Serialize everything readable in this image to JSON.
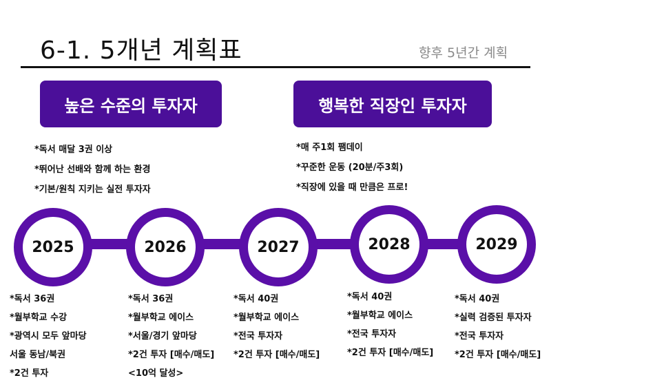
{
  "header": {
    "title": "6-1. 5개년 계획표",
    "subtitle": "향후 5년간 계획"
  },
  "goals": [
    {
      "label": "높은 수준의 투자자",
      "items": [
        "*독서 매달 3권 이상",
        "*뛰어난 선배와 함께 하는 환경",
        "*기본/원칙 지키는 실전 투자자"
      ]
    },
    {
      "label": "행복한 직장인 투자자",
      "items": [
        "*매 주1회 팸데이",
        "*꾸준한 운동 (20분/주3회)",
        "*직장에 있을 때 만큼은 프로!"
      ]
    }
  ],
  "timeline": [
    {
      "year": "2025",
      "items": [
        "*독서 36권",
        "*월부학교 수강",
        "*광역시 모두 앞마당",
        "서울 동남/북권",
        "*2건 투자"
      ]
    },
    {
      "year": "2026",
      "items": [
        "*독서 36권",
        "*월부학교 에이스",
        "*서울/경기 앞마당",
        "*2건 투자 [매수/매도]",
        "<10억 달성>"
      ]
    },
    {
      "year": "2027",
      "items": [
        "*독서 40권",
        "*월부학교 에이스",
        "*전국 투자자",
        "*2건 투자 [매수/매도]"
      ]
    },
    {
      "year": "2028",
      "items": [
        "*독서 40권",
        "*월부학교 에이스",
        "*전국 투자자",
        "*2건 투자 [매수/매도]"
      ]
    },
    {
      "year": "2029",
      "items": [
        "*독서 40권",
        "*실력 검증된 투자자",
        "*전국 투자자",
        "*2건 투자 [매수/매도]"
      ]
    }
  ],
  "colors": {
    "accent": "#4b0f99",
    "ring": "#5a0fa8",
    "subtitle": "#8a8a8a"
  }
}
